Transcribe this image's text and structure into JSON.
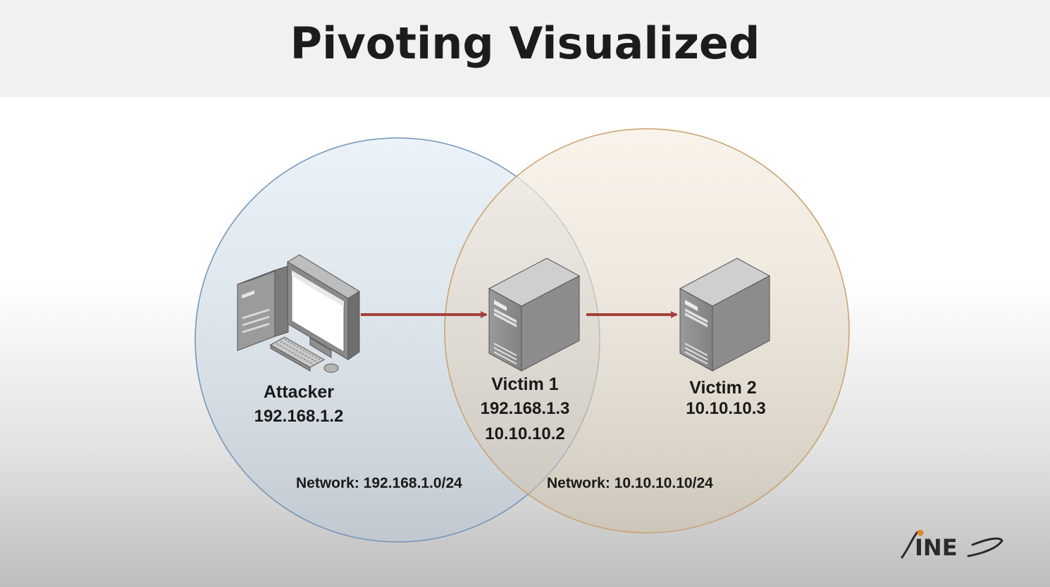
{
  "title": "Pivoting Visualized",
  "nodes": {
    "attacker": {
      "name": "Attacker",
      "ip1": "192.168.1.2"
    },
    "victim1": {
      "name": "Victim 1",
      "ip1": "192.168.1.3",
      "ip2": "10.10.10.2"
    },
    "victim2": {
      "name": "Victim 2",
      "ip1": "10.10.10.3"
    }
  },
  "networks": {
    "left": "Network: 192.168.1.0/24",
    "right": "Network: 10.10.10.10/24"
  },
  "logo": {
    "text": "INE"
  },
  "colors": {
    "left_network_stroke": "#6f93b8",
    "right_network_stroke": "#c8a06a",
    "arrow": "#a5403d",
    "device": "#8e8e8e"
  },
  "icons": [
    "workstation-icon",
    "server-icon",
    "server-icon"
  ]
}
